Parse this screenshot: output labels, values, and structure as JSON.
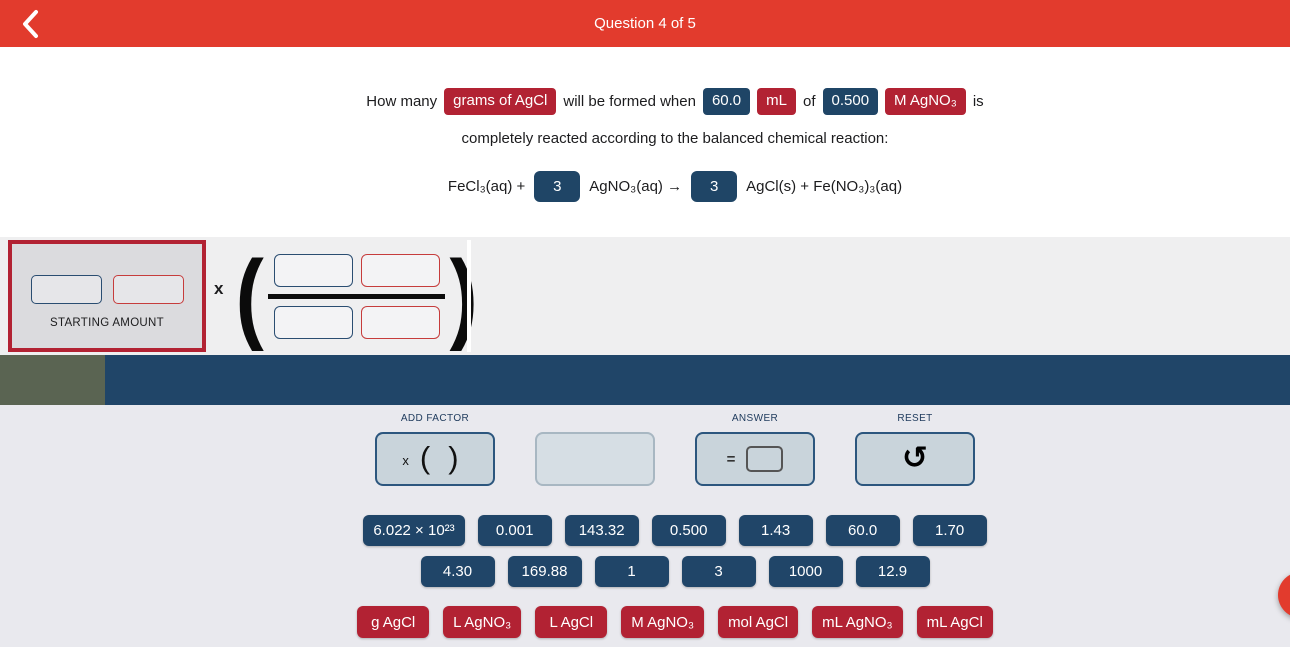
{
  "header": {
    "title": "Question 4 of 5"
  },
  "question": {
    "line1": [
      "How many",
      "grams of AgCl",
      "will be formed when",
      "60.0",
      "mL",
      "of",
      "0.500",
      "M AgNO₃",
      "is"
    ],
    "line2": "completely reacted according to the balanced chemical reaction:",
    "equation": [
      "FeCl₃(aq) +",
      "3",
      "AgNO₃(aq) →",
      "3",
      "AgCl(s) + Fe(NO₃)₃(aq)"
    ]
  },
  "work_area": {
    "starting_amount_label": "STARTING AMOUNT",
    "multiply_sign": "x",
    "open_paren": "(",
    "close_paren": ")"
  },
  "controls": {
    "add_factor_label": "ADD FACTOR",
    "answer_label": "ANSWER",
    "reset_label": "RESET",
    "add_factor_x": "x",
    "add_factor_open": "(",
    "add_factor_close": ")",
    "answer_equals": "=",
    "reset_icon": "↺"
  },
  "tiles": {
    "numbers_row1": [
      "6.022 × 10²³",
      "0.001",
      "143.32",
      "0.500",
      "1.43",
      "60.0",
      "1.70"
    ],
    "numbers_row2": [
      "4.30",
      "169.88",
      "1",
      "3",
      "1000",
      "12.9"
    ],
    "units": [
      "g AgCl",
      "L AgNO₃",
      "L AgCl",
      "M AgNO₃",
      "mol AgCl",
      "mL AgNO₃",
      "mL AgCl"
    ]
  },
  "colors": {
    "header_red": "#e23b2d",
    "chip_red": "#b22233",
    "chip_blue": "#1f4566",
    "navy_bar": "#204568",
    "olive_block": "#5a6452",
    "panel_bg": "#e9e9ee",
    "button_bg": "#c9d4db"
  }
}
